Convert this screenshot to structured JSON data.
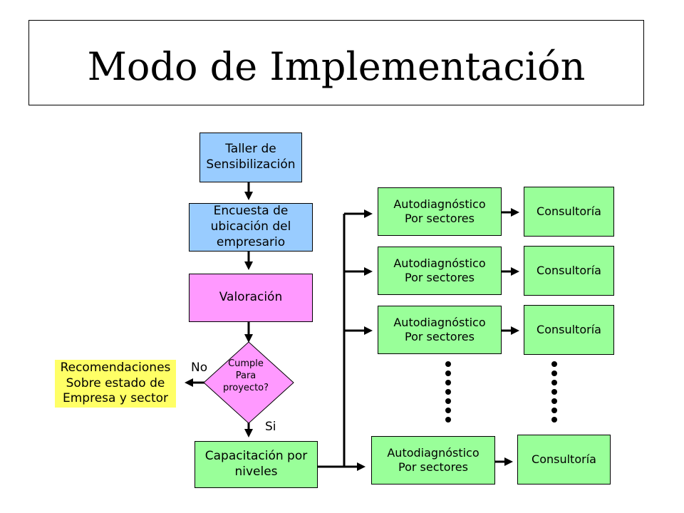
{
  "title": "Modo de Implementación",
  "nodes": {
    "taller": [
      "Taller de",
      "Sensibilización"
    ],
    "encuesta": [
      "Encuesta de",
      "ubicación del",
      "empresario"
    ],
    "valoracion": [
      "Valoración"
    ],
    "decision": [
      "Cumple",
      "Para",
      "proyecto?"
    ],
    "recomendaciones": [
      "Recomendaciones",
      "Sobre estado de",
      "Empresa y sector"
    ],
    "capacitacion": [
      "Capacitación por",
      "niveles"
    ]
  },
  "labels": {
    "no": "No",
    "si": "Si"
  },
  "sector_rows": [
    {
      "auto": [
        "Autodiagnóstico",
        "Por sectores"
      ],
      "consult": "Consultoría"
    },
    {
      "auto": [
        "Autodiagnóstico",
        "Por sectores"
      ],
      "consult": "Consultoría"
    },
    {
      "auto": [
        "Autodiagnóstico",
        "Por sectores"
      ],
      "consult": "Consultoría"
    },
    {
      "auto": [
        "Autodiagnóstico",
        "Por sectores"
      ],
      "consult": "Consultoría"
    }
  ],
  "colors": {
    "intro_boxes": "#99ccff",
    "valoracion": "#ff99ff",
    "decision": "#ff99ff",
    "sector_boxes": "#99ff99",
    "recomendaciones": "#ffff66"
  }
}
